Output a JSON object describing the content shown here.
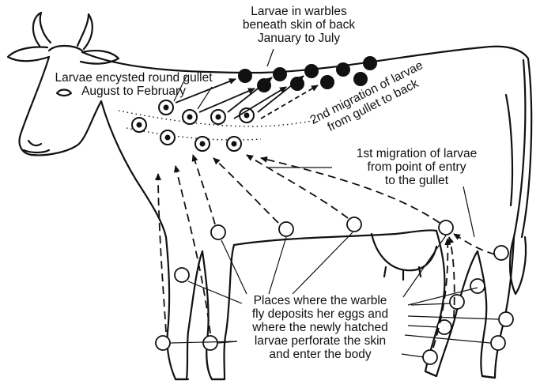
{
  "labels": {
    "warbles": [
      "Larvae in warbles",
      "beneath skin of back",
      "January to July"
    ],
    "encysted": [
      "Larvae encysted round gullet",
      "August to February"
    ],
    "second_migration": [
      "2nd migration of larvae",
      "from gullet to back"
    ],
    "first_migration": [
      "1st migration of larvae",
      "from point of entry",
      "to the gullet"
    ],
    "eggs": [
      "Places where the warble",
      "fly deposits her eggs and",
      "where the newly hatched",
      "larvae perforate the skin",
      "and enter the body"
    ]
  },
  "colors": {
    "ink": "#111111",
    "background": "#ffffff"
  }
}
